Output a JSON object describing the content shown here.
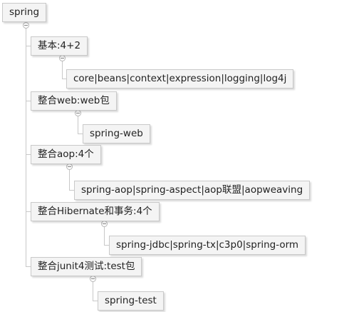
{
  "root": {
    "label": "spring"
  },
  "groups": [
    {
      "label": "基本:4+2",
      "child": "core|beans|context|expression|logging|log4j"
    },
    {
      "label": "整合web:web包",
      "child": "spring-web"
    },
    {
      "label": "整合aop:4个",
      "child": "spring-aop|spring-aspect|aop联盟|aopweaving"
    },
    {
      "label": "整合Hibernate和事务:4个",
      "child": "spring-jdbc|spring-tx|c3p0|spring-orm"
    },
    {
      "label": "整合junit4测试:test包",
      "child": "spring-test"
    }
  ],
  "icons": {
    "collapse": "collapse-circle-icon"
  }
}
